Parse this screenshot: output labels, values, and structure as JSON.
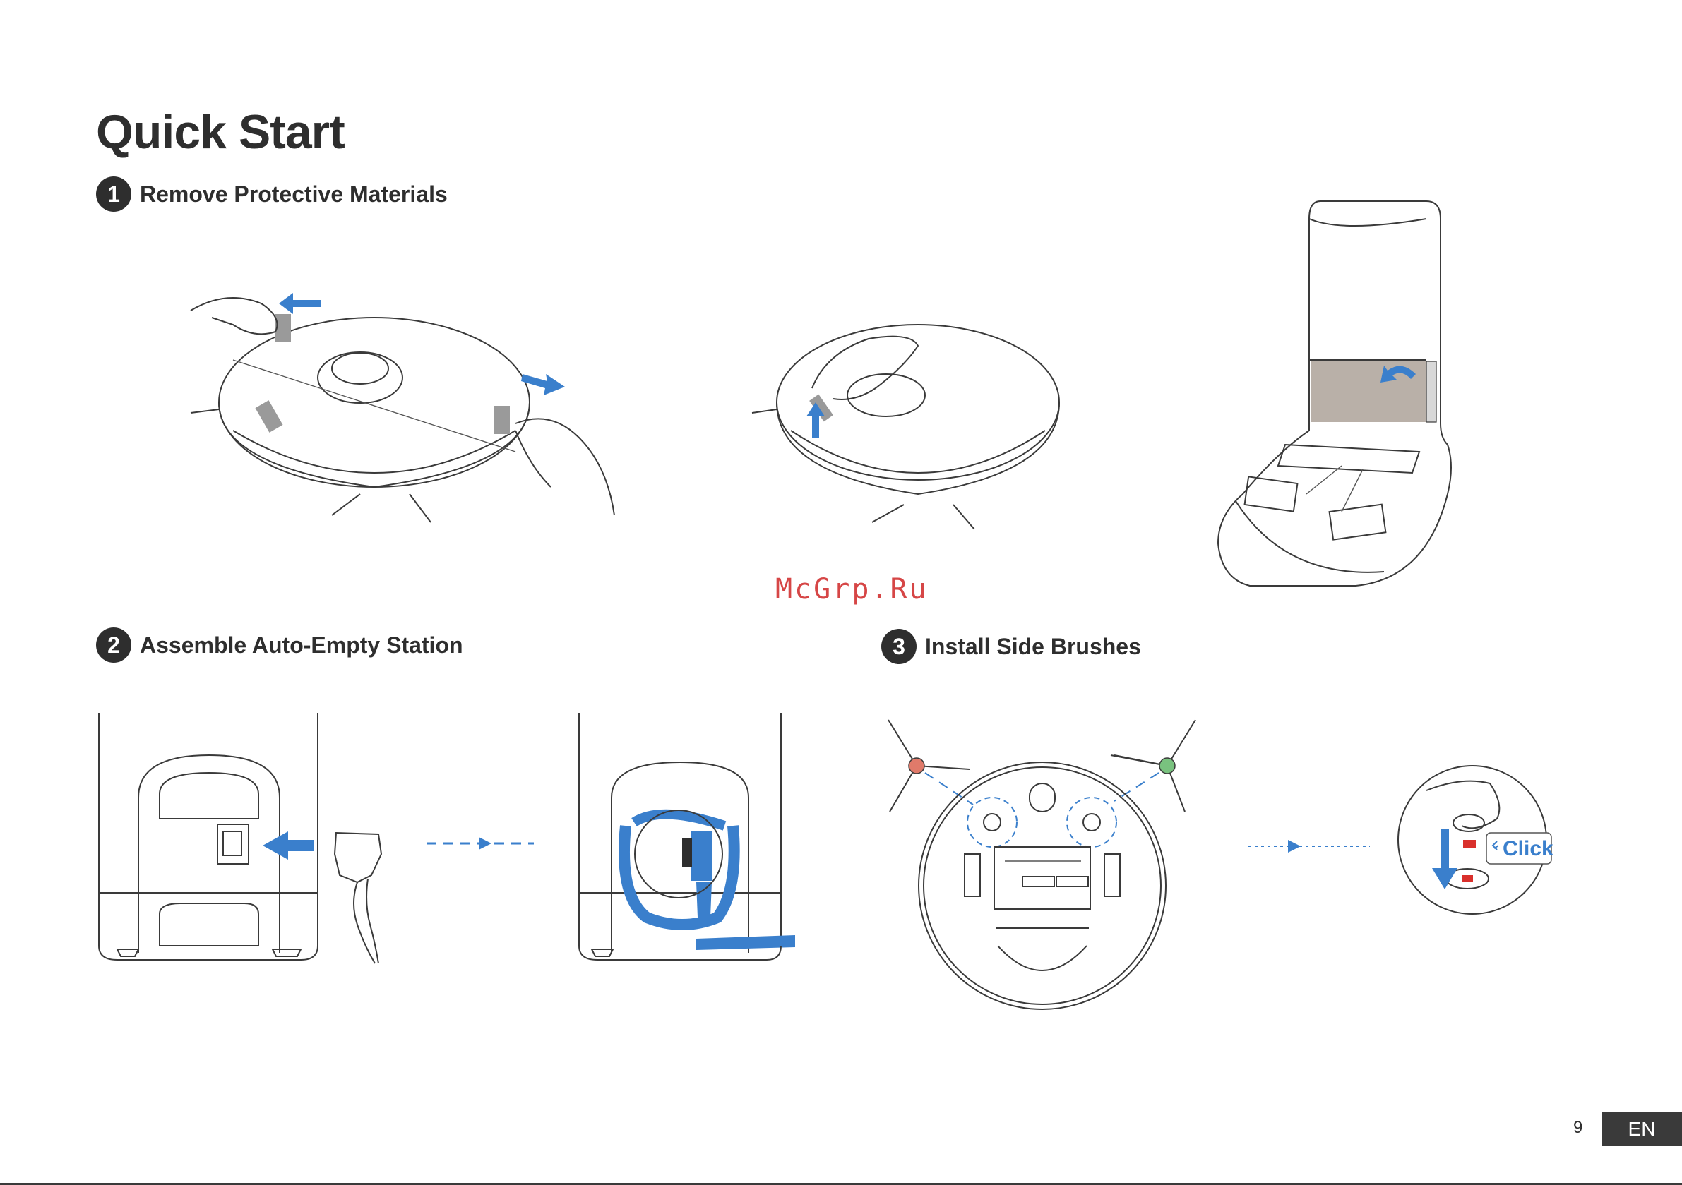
{
  "page": {
    "title": "Quick Start",
    "page_number": "9",
    "language": "EN",
    "watermark": "McGrp.Ru"
  },
  "steps": [
    {
      "number": "1",
      "label": "Remove Protective Materials"
    },
    {
      "number": "2",
      "label": "Assemble Auto-Empty Station"
    },
    {
      "number": "3",
      "label": "Install Side Brushes"
    }
  ],
  "callouts": {
    "click": "Click"
  },
  "icons": {
    "arrow": "arrow-icon",
    "hand": "hand-icon"
  },
  "colors": {
    "accent_blue": "#3a7fcc",
    "text_dark": "#2e2e2e",
    "brush_left": "#e07a6a",
    "brush_right": "#79c27f",
    "lock_red": "#d9302c",
    "watermark_red": "#d64646"
  }
}
